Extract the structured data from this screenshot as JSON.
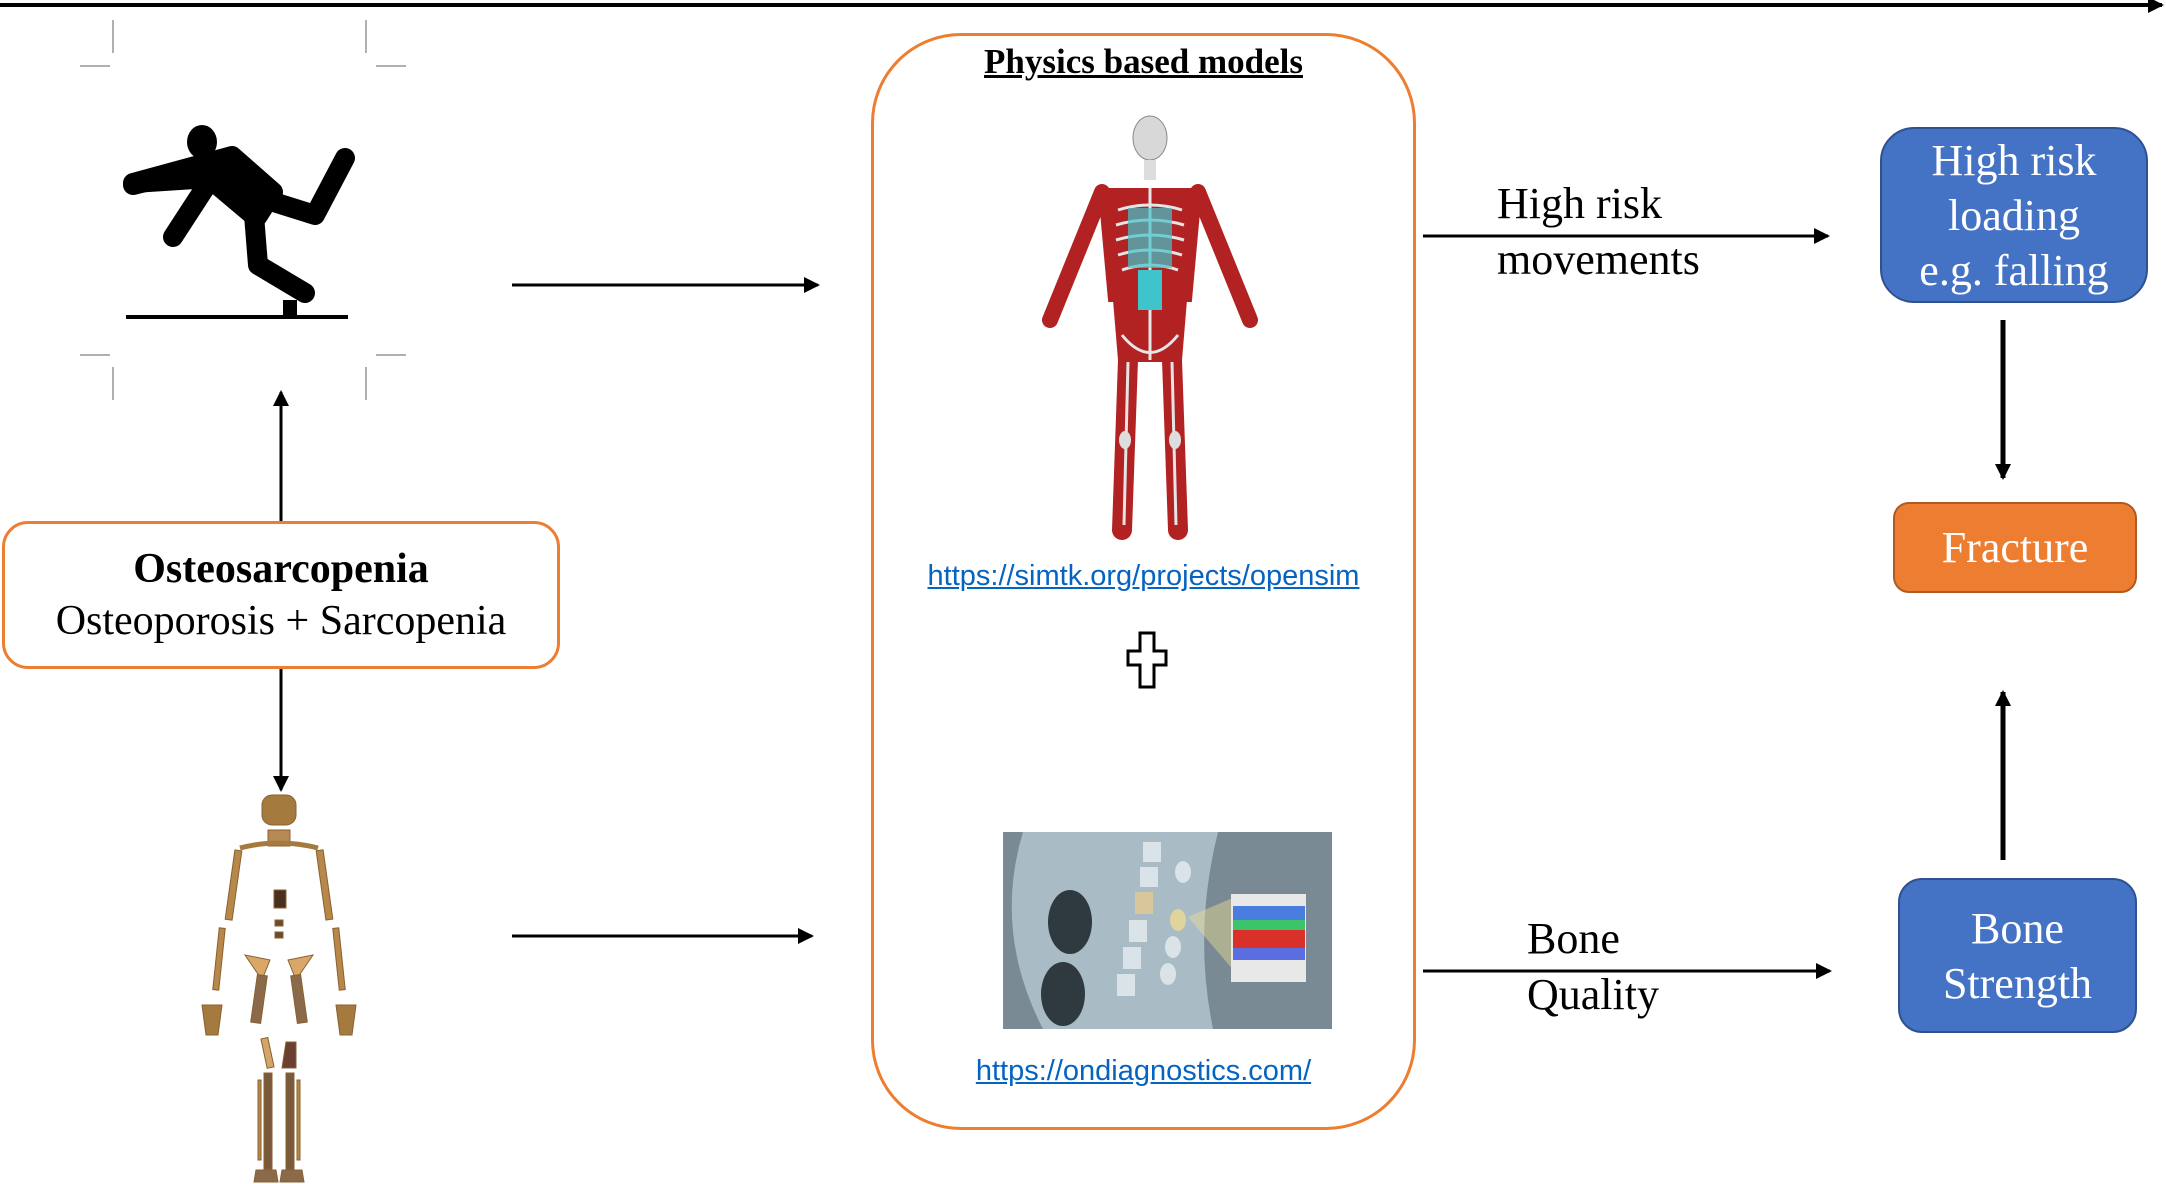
{
  "diagram": {
    "title": "Physics based models",
    "condition_box": {
      "title": "Osteosarcopenia",
      "subtitle": "Osteoporosis + Sarcopenia"
    },
    "left_images": {
      "top": "falling-person-icon",
      "bottom": "skeleton-image"
    },
    "physics_panel": {
      "title": "Physics based models",
      "top_image": "musculoskeletal-model-image",
      "top_link": "https://simtk.org/projects/opensim",
      "combine_symbol": "plus-icon",
      "bottom_image": "ct-spine-bone-model-image",
      "bottom_link": "https://ondiagnostics.com/"
    },
    "edges": {
      "movements_label_line1": "High risk",
      "movements_label_line2": "movements",
      "quality_label_line1": "Bone",
      "quality_label_line2": "Quality"
    },
    "outcomes": {
      "loading": [
        "High risk",
        "loading",
        "e.g. falling"
      ],
      "fracture": "Fracture",
      "strength": [
        "Bone",
        "Strength"
      ]
    },
    "colors": {
      "accent_orange": "#ed7d31",
      "box_blue": "#4472c4",
      "link_blue": "#0563c1",
      "muscle_red": "#b22222",
      "bone_tan": "#b8874a"
    }
  }
}
